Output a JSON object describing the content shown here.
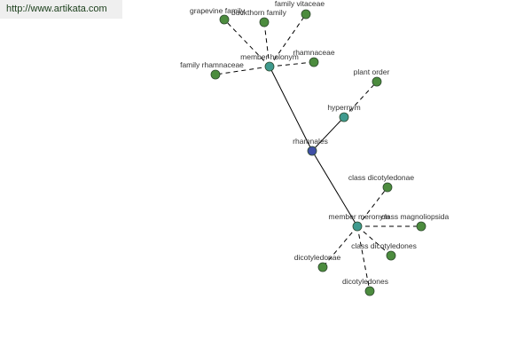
{
  "watermark": "http://www.artikata.com",
  "colors": {
    "root": "#3f4fa6",
    "relation": "#3f9a8e",
    "leaf": "#4c8c3e"
  },
  "graph": {
    "nodes": [
      {
        "id": "rhamnales",
        "label": "rhamnales",
        "type": "root"
      },
      {
        "id": "hypernym",
        "label": "hypernym",
        "type": "relation"
      },
      {
        "id": "member_holonym",
        "label": "member holonym",
        "type": "relation"
      },
      {
        "id": "member_meronym",
        "label": "member meronym",
        "type": "relation"
      },
      {
        "id": "plant_order",
        "label": "plant order",
        "type": "leaf"
      },
      {
        "id": "grapevine_family",
        "label": "grapevine family",
        "type": "leaf"
      },
      {
        "id": "buckthorn_family",
        "label": "buckthorn family",
        "type": "leaf"
      },
      {
        "id": "family_vitaceae",
        "label": "family vitaceae",
        "type": "leaf"
      },
      {
        "id": "rhamnaceae",
        "label": "rhamnaceae",
        "type": "leaf"
      },
      {
        "id": "family_rhamnaceae",
        "label": "family rhamnaceae",
        "type": "leaf"
      },
      {
        "id": "class_dicotyledonae",
        "label": "class dicotyledonae",
        "type": "leaf"
      },
      {
        "id": "class_magnoliopsida",
        "label": "class magnoliopsida",
        "type": "leaf"
      },
      {
        "id": "class_dicotyledones",
        "label": "class dicotyledones",
        "type": "leaf"
      },
      {
        "id": "dicotyledonae",
        "label": "dicotyledonae",
        "type": "leaf"
      },
      {
        "id": "dicotyledones",
        "label": "dicotyledones",
        "type": "leaf"
      }
    ],
    "edges": [
      {
        "from": "rhamnales",
        "to": "hypernym",
        "style": "solid"
      },
      {
        "from": "rhamnales",
        "to": "member_holonym",
        "style": "solid"
      },
      {
        "from": "rhamnales",
        "to": "member_meronym",
        "style": "solid"
      },
      {
        "from": "hypernym",
        "to": "plant_order",
        "style": "dashed"
      },
      {
        "from": "member_holonym",
        "to": "grapevine_family",
        "style": "dashed"
      },
      {
        "from": "member_holonym",
        "to": "buckthorn_family",
        "style": "dashed"
      },
      {
        "from": "member_holonym",
        "to": "family_vitaceae",
        "style": "dashed"
      },
      {
        "from": "member_holonym",
        "to": "rhamnaceae",
        "style": "dashed"
      },
      {
        "from": "member_holonym",
        "to": "family_rhamnaceae",
        "style": "dashed"
      },
      {
        "from": "member_meronym",
        "to": "class_dicotyledonae",
        "style": "dashed"
      },
      {
        "from": "member_meronym",
        "to": "class_magnoliopsida",
        "style": "dashed"
      },
      {
        "from": "member_meronym",
        "to": "class_dicotyledones",
        "style": "dashed"
      },
      {
        "from": "member_meronym",
        "to": "dicotyledonae",
        "style": "dashed"
      },
      {
        "from": "member_meronym",
        "to": "dicotyledones",
        "style": "dashed"
      }
    ]
  }
}
